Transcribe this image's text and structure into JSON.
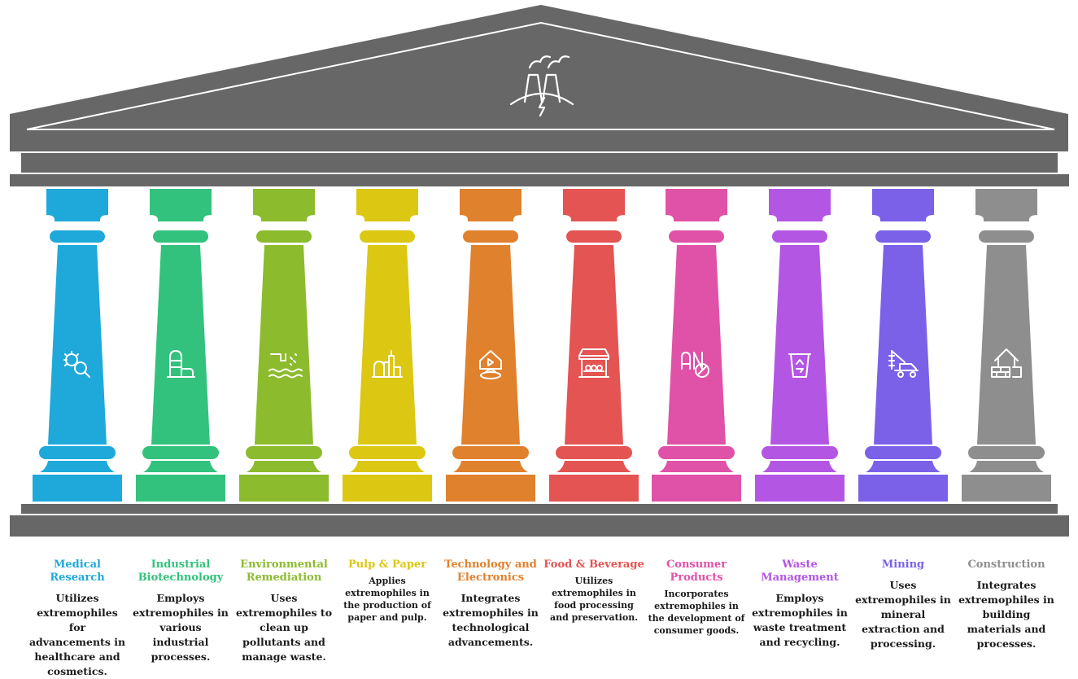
{
  "diagram": {
    "roof_icon": "power-plant-icon",
    "pillars": [
      {
        "key": "medical",
        "title": "Medical Research",
        "desc": "Utilizes extremophiles for advancements in healthcare and cosmetics.",
        "color": "#1EA9DA",
        "icon": "bacteria-search-icon"
      },
      {
        "key": "industrial",
        "title": "Industrial Biotechnology",
        "desc": "Employs extremophiles in various industrial processes.",
        "color": "#33C27D",
        "icon": "factory-silo-icon"
      },
      {
        "key": "environmental",
        "title": "Environmental Remediation",
        "desc": "Uses extremophiles to clean up pollutants and manage waste.",
        "color": "#8CBB2E",
        "icon": "pipe-waste-water-icon"
      },
      {
        "key": "pulp",
        "title": "Pulp & Paper",
        "desc": "Applies extremophiles in the production of paper and pulp.",
        "color": "#DCC712",
        "icon": "industrial-plant-icon"
      },
      {
        "key": "technology",
        "title": "Technology and Electronics",
        "desc": "Integrates extremophiles in technological advancements.",
        "color": "#E0812E",
        "icon": "smart-home-icon"
      },
      {
        "key": "food",
        "title": "Food & Beverage",
        "desc": "Utilizes extremophiles in food processing and preservation.",
        "color": "#E35452",
        "icon": "market-stall-icon"
      },
      {
        "key": "consumer",
        "title": "Consumer Products",
        "desc": "Incorporates extremophiles in the development of consumer goods.",
        "color": "#E052A8",
        "icon": "no-ads-icon"
      },
      {
        "key": "waste",
        "title": "Waste Management",
        "desc": "Employs extremophiles in waste treatment and recycling.",
        "color": "#B456E4",
        "icon": "recycle-bin-icon"
      },
      {
        "key": "mining",
        "title": "Mining",
        "desc": "Uses extremophiles in mineral extraction and processing.",
        "color": "#7B61E8",
        "icon": "drill-truck-icon"
      },
      {
        "key": "construction",
        "title": "Construction",
        "desc": "Integrates extremophiles in building materials and processes.",
        "color": "#8E8E8E",
        "icon": "house-bricks-icon"
      }
    ],
    "colors": {
      "structure": "#676767",
      "line": "#ffffff"
    }
  }
}
